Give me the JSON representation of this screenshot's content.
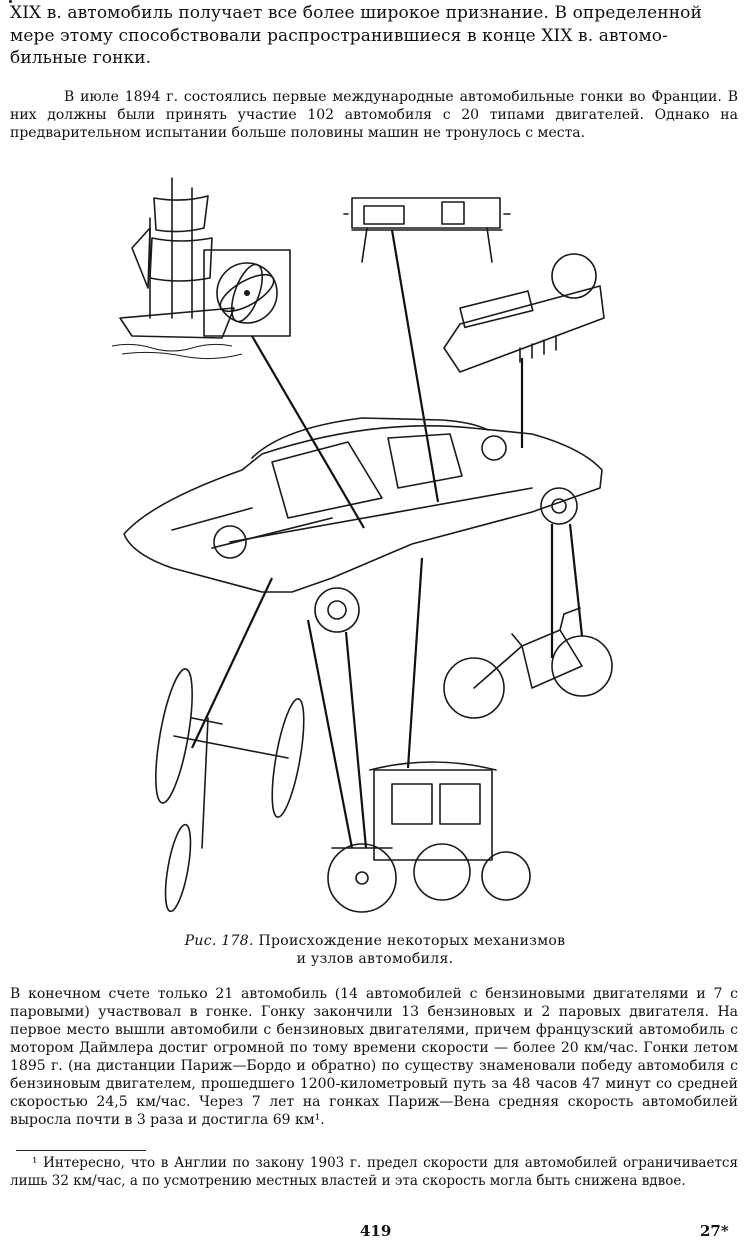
{
  "top_paragraph": {
    "lines": [
      "XIX в. автомобиль получает все более широкое признание. В определенной",
      "мере этому способствовали распространившиеся в конце XIX в. автомо-",
      "бильные гонки."
    ]
  },
  "paragraph_1": "В июле 1894 г. состоялись первые международные автомобильные гонки во Франции. В них должны были принять участие 102 автомобиля с 20 типами двигателей. Однако на предварительном испытании больше половины машин не тронулось с места.",
  "figure": {
    "caption_label": "Рис. 178.",
    "caption_line1": "Происхождение некоторых механизмов",
    "caption_line2": "и узлов автомобиля."
  },
  "paragraph_2": "В конечном счете только 21 автомобиль (14 автомобилей с бензиновыми двигателями и 7 с паровыми) участвовал в гонке. Гонку закончили 13 бензиновых и 2 паровых двигателя. На первое место вышли автомобили с бензиновых двигателями, причем французский автомобиль с мотором Даймлера достиг огромной по тому времени скорости — более 20 км/час. Гонки летом 1895 г. (на дистанции Париж—Бордо и обратно) по существу знаменовали победу автомобиля с бензиновым двигателем, прошедшего 1200-километровый путь за 48 часов 47 минут со средней скоростью 24,5 км/час. Через 7 лет на гонках Париж—Вена средняя скорость автомобилей выросла почти в 3 раза и достигла 69 км¹.",
  "footnote": "¹ Интересно, что в Англии по закону 1903 г. предел скорости для автомобилей ограничивается лишь 32 км/час, а по усмотрению местных властей и эта скорость могла быть снижена вдвое.",
  "page_number": "419",
  "signature_mark": "27*"
}
